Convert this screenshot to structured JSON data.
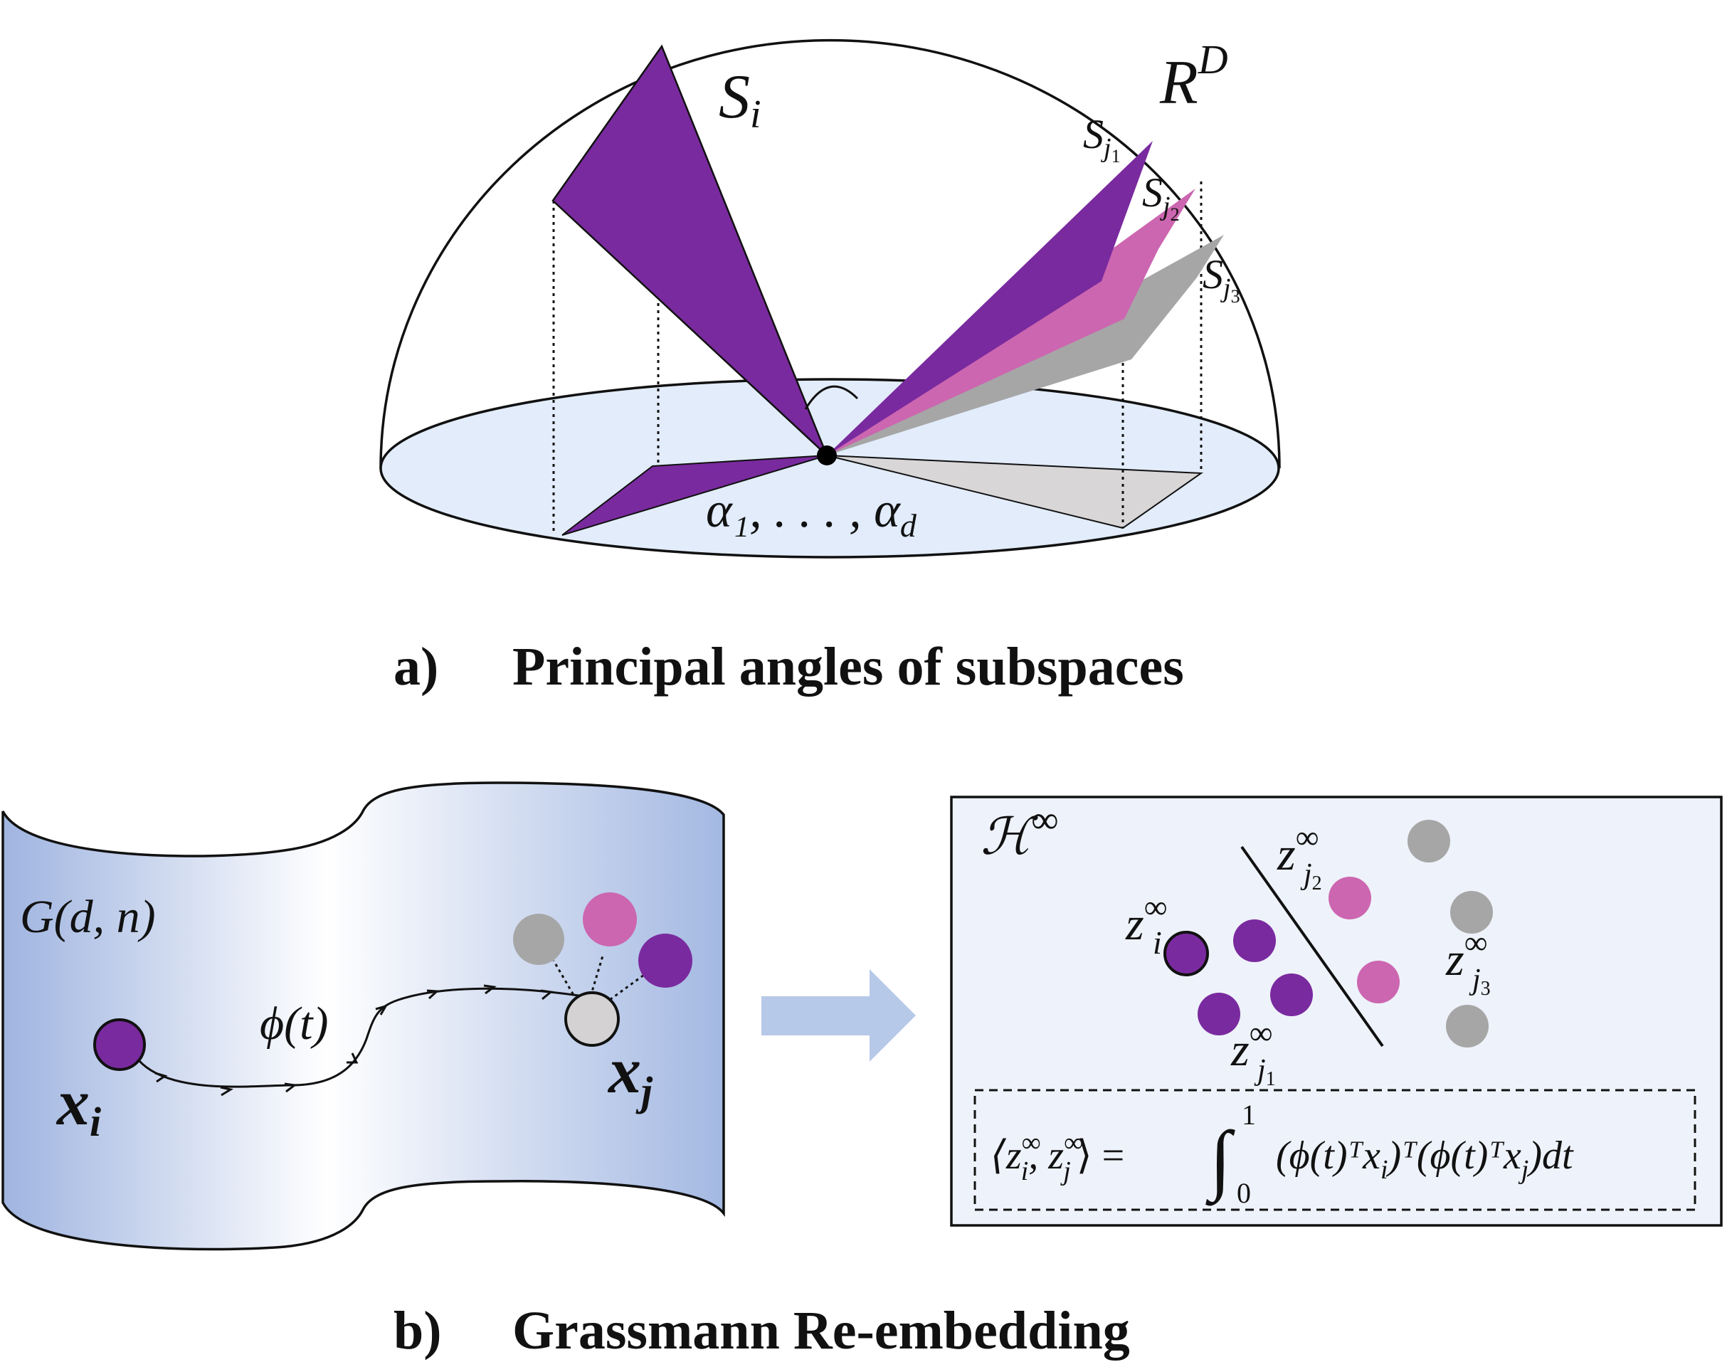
{
  "panel_a": {
    "caption_letter": "a)",
    "caption": "Principal angles of subspaces",
    "label_space_R": "R",
    "label_space_D": "D",
    "label_si_S": "S",
    "label_si_sub": "i",
    "label_sj1_S": "S",
    "label_sj1_j": "j",
    "label_sj1_n": "1",
    "label_sj2_S": "S",
    "label_sj2_j": "j",
    "label_sj2_n": "2",
    "label_sj3_S": "S",
    "label_sj3_j": "j",
    "label_sj3_n": "3",
    "angles_label": "α₁, . . . , α",
    "angles_sub": "d"
  },
  "panel_b": {
    "caption_letter": "b)",
    "caption": "Grassmann Re-embedding",
    "manifold_label": "G(d, n)",
    "path_label": "ϕ(t)",
    "xi_main": "x",
    "xi_sub": "i",
    "xj_main": "x",
    "xj_sub": "j",
    "hilbert_label": "ℋ",
    "hilbert_sup": "∞",
    "zi_z": "z",
    "zi_sup": "∞",
    "zi_sub": "i",
    "zj1_z": "z",
    "zj1_sup": "∞",
    "zj1_sub": "j",
    "zj1_n": "1",
    "zj2_z": "z",
    "zj2_sup": "∞",
    "zj2_sub": "j",
    "zj2_n": "2",
    "zj3_z": "z",
    "zj3_sup": "∞",
    "zj3_sub": "j",
    "zj3_n": "3",
    "formula_lhs": "⟨z",
    "formula_lhs_sup1": "∞",
    "formula_lhs_sub1": "i",
    "formula_lhs_mid": ", z",
    "formula_lhs_sup2": "∞",
    "formula_lhs_sub2": "j",
    "formula_lhs_end": "⟩ =",
    "formula_integral": "∫",
    "formula_upper": "1",
    "formula_lower": "0",
    "formula_rhs": "(ϕ(t)ᵀx",
    "formula_rhs_sub1": "i",
    "formula_rhs_mid": ")ᵀ(ϕ(t)ᵀx",
    "formula_rhs_sub2": "j",
    "formula_rhs_end": ")dt"
  },
  "colors": {
    "purple": "#7a2a9f",
    "pink": "#cc66b0",
    "gray": "#a6a6a6",
    "light_gray": "#d9d6d8",
    "disk_blue": "#e2ecfb",
    "manifold_blue": "#9fb5e0",
    "arrow_blue": "#b7c9e8",
    "box_bg": "#eef2fa"
  }
}
